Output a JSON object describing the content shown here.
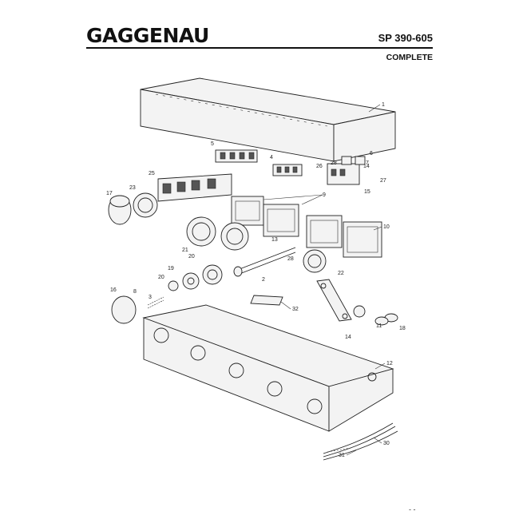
{
  "header": {
    "brand": "GAGGENAU",
    "model": "SP 390-605",
    "subtitle": "COMPLETE"
  },
  "footer": {
    "mark": "- -"
  },
  "part_labels": [
    {
      "id": "p1",
      "text": "1"
    },
    {
      "id": "p2",
      "text": "2"
    },
    {
      "id": "p3",
      "text": "3"
    },
    {
      "id": "p4",
      "text": "4"
    },
    {
      "id": "p5",
      "text": "5"
    },
    {
      "id": "p6",
      "text": "6"
    },
    {
      "id": "p7",
      "text": "7"
    },
    {
      "id": "p8",
      "text": "8"
    },
    {
      "id": "p9",
      "text": "9"
    },
    {
      "id": "p10",
      "text": "10"
    },
    {
      "id": "p11",
      "text": "11"
    },
    {
      "id": "p12",
      "text": "12"
    },
    {
      "id": "p13",
      "text": "13"
    },
    {
      "id": "p14",
      "text": "14"
    },
    {
      "id": "p14b",
      "text": "14"
    },
    {
      "id": "p15",
      "text": "15"
    },
    {
      "id": "p16",
      "text": "16"
    },
    {
      "id": "p17",
      "text": "17"
    },
    {
      "id": "p18",
      "text": "18"
    },
    {
      "id": "p19",
      "text": "19"
    },
    {
      "id": "p20",
      "text": "20"
    },
    {
      "id": "p20b",
      "text": "20"
    },
    {
      "id": "p21",
      "text": "21"
    },
    {
      "id": "p22",
      "text": "22"
    },
    {
      "id": "p23",
      "text": "23"
    },
    {
      "id": "p25",
      "text": "25"
    },
    {
      "id": "p26",
      "text": "26"
    },
    {
      "id": "p27",
      "text": "27"
    },
    {
      "id": "p28",
      "text": "28"
    },
    {
      "id": "p28b",
      "text": "28"
    },
    {
      "id": "p30",
      "text": "30"
    },
    {
      "id": "p31",
      "text": "31"
    },
    {
      "id": "p32",
      "text": "32"
    }
  ]
}
